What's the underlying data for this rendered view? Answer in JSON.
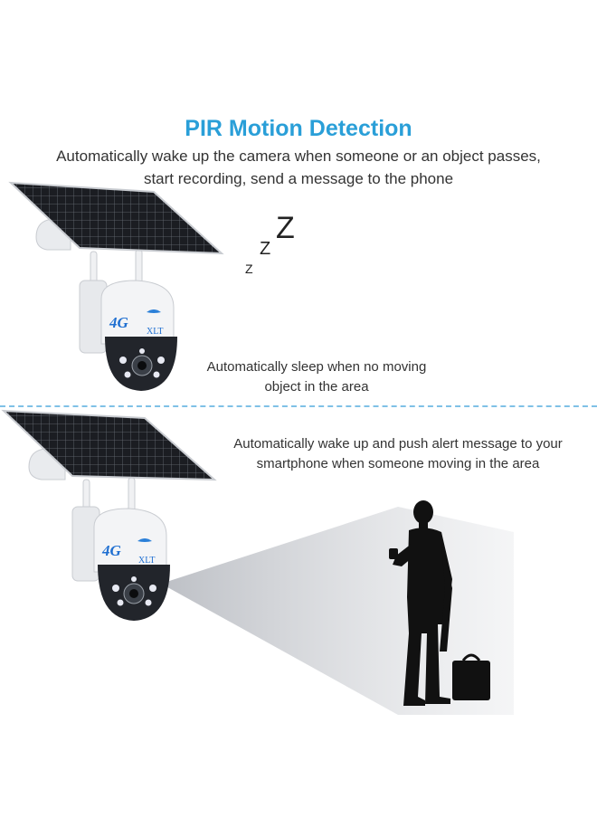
{
  "header": {
    "title": "PIR Motion Detection",
    "subtitle": "Automatically wake up the camera when someone or an object passes, start recording, send a message to the phone"
  },
  "sleep_panel": {
    "caption": "Automatically sleep when no moving object in the area",
    "sleep_letters": [
      "Z",
      "Z",
      "Z"
    ]
  },
  "wake_panel": {
    "caption": "Automatically wake up and push alert message to your smartphone when someone moving in the area"
  },
  "camera": {
    "badge_4g": "4G",
    "brand": "XLT"
  },
  "colors": {
    "title": "#2a9fd8",
    "divider": "#7fc1e6",
    "text": "#333333",
    "solar_panel": "#1b1d22",
    "camera_body": "#f3f4f6",
    "camera_dome": "#22252b",
    "silhouette": "#111111"
  }
}
